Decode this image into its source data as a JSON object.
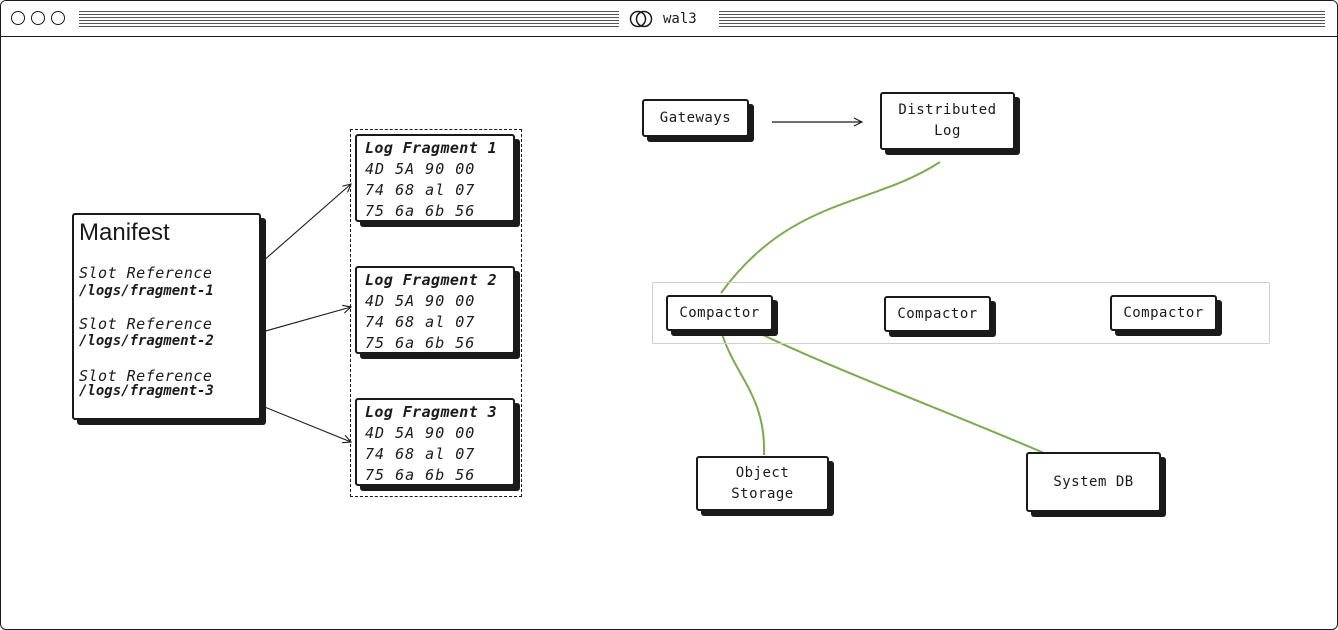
{
  "window": {
    "title": "wal3",
    "icon": "logo-interlocked-circles-icon",
    "controls": [
      "circle-icon",
      "circle-icon",
      "circle-icon"
    ]
  },
  "manifest": {
    "title": "Manifest",
    "slots": [
      {
        "label": "Slot Reference",
        "path": "/logs/fragment-1"
      },
      {
        "label": "Slot Reference",
        "path": "/logs/fragment-2"
      },
      {
        "label": "Slot Reference",
        "path": "/logs/fragment-3"
      }
    ]
  },
  "fragments": [
    {
      "title": "Log Fragment 1",
      "lines": [
        "4D 5A 90 00",
        "74 68 al 07",
        "75 6a 6b 56"
      ]
    },
    {
      "title": "Log Fragment 2",
      "lines": [
        "4D 5A 90 00",
        "74 68 al 07",
        "75 6a 6b 56"
      ]
    },
    {
      "title": "Log Fragment 3",
      "lines": [
        "4D 5A 90 00",
        "74 68 al 07",
        "75 6a 6b 56"
      ]
    }
  ],
  "architecture": {
    "gateways": "Gateways",
    "distributed_log": [
      "Distributed",
      "Log"
    ],
    "compactors": [
      "Compactor",
      "Compactor",
      "Compactor"
    ],
    "object_storage": [
      "Object",
      "Storage"
    ],
    "system_db": "System DB"
  },
  "colors": {
    "ink": "#1a1a1a",
    "edge_green": "#7aac4f",
    "group_border": "#cfcfcf"
  }
}
